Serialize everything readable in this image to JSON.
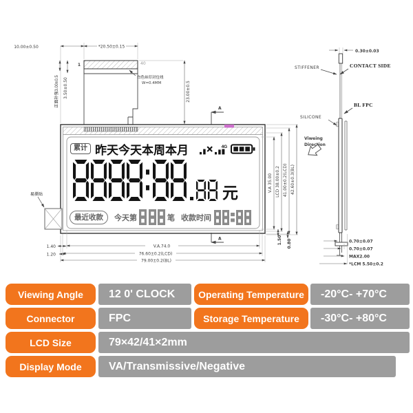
{
  "colors": {
    "accent": "#f2751d",
    "value_bg": "#9d9d9d",
    "line": "#3a3a3a",
    "lcd_ink": "#141414",
    "ghost_ink": "#8a8a8a",
    "pink_mark": "#cc6ecb"
  },
  "drawing": {
    "fpc": {
      "dim_offset": "10.00±0.50",
      "dim_width": "*20.50±0.15",
      "pin_first": "1",
      "pin_last": "40",
      "note_line1": "白色丝印对位线",
      "note_line2": "W=0.4MM",
      "dim_reinforce": "正面补强3.00±0.5",
      "dim_stiffener": "3.50±0.50",
      "dim_tail": "23.00±0.5"
    },
    "front": {
      "easy_tear": "易撕贴",
      "dim_140": "1.40",
      "dim_120": "1.20",
      "dim_va_w": "V.A.74.0",
      "dim_lcd_w": "76.60±0.2(LCD)",
      "dim_bl_w": "79.00±0.2(BL)",
      "section_top": "A",
      "section_bottom": "A",
      "dim_va_h": "V.A 35.00",
      "dim_lcd_h": "LCD 38.00±0.2",
      "dim_lcd_h2": "41.00±0.2(LCD)",
      "dim_bl_h": "42.60±0.3(BL)",
      "dim_150": "1.50",
      "dim_080": "0.80"
    },
    "side": {
      "dim_fpc_t": "0.30±0.03",
      "stiffener": "STIFFENER",
      "contact_side": "CONTACT SIDE",
      "bl_fpc": "BL FPC",
      "silicone": "SILICONE",
      "viewing_line1": "Viweing",
      "viewing_line2": "Direction",
      "dim_070a": "0.70±0.07",
      "dim_070b": "0.70±0.07",
      "dim_max": "MAX2.00",
      "dim_lcm": "*LCM 5.50±0.2"
    },
    "display": {
      "total_label": "累计",
      "period_text": "昨天今天本周本月",
      "icon_4g_label": "4G",
      "amount_digits": "8888:88",
      "amount_decimals": "88",
      "currency": "元",
      "recent_label": "最近收款",
      "today_prefix": "今天第",
      "count_digits": "888",
      "count_suffix": "笔",
      "time_label": "收款时间",
      "time_digits": "88:88"
    }
  },
  "spec_table": {
    "left_rows": [
      {
        "label": "Viewing Angle",
        "value": "12 0' CLOCK"
      },
      {
        "label": "Connector",
        "value": "FPC"
      },
      {
        "label": "LCD Size",
        "value": "79×42/41×2mm"
      },
      {
        "label": "Display Mode",
        "value": "VA/Transmissive/Negative"
      }
    ],
    "right_rows": [
      {
        "label": "Operating Temperature",
        "value": "-20°C- +70°C"
      },
      {
        "label": "Storage Temperature",
        "value": "-30°C- +80°C"
      }
    ]
  }
}
